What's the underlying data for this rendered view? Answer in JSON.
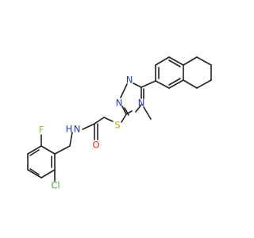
{
  "molecule": {
    "atoms": {
      "F": {
        "text": "F",
        "color": "#85c94a"
      },
      "Cl": {
        "text": "Cl",
        "color": "#45b030"
      },
      "S": {
        "text": "S",
        "color": "#c8a800"
      },
      "O": {
        "text": "O",
        "color": "#e0281e"
      },
      "NH": {
        "text": "N",
        "color": "#2236c8"
      },
      "H": {
        "text": "H",
        "color": "#2236c8"
      },
      "N1": {
        "text": "N",
        "color": "#2236c8"
      },
      "N2": {
        "text": "N",
        "color": "#2236c8"
      },
      "N4": {
        "text": "N",
        "color": "#2236c8"
      }
    }
  }
}
